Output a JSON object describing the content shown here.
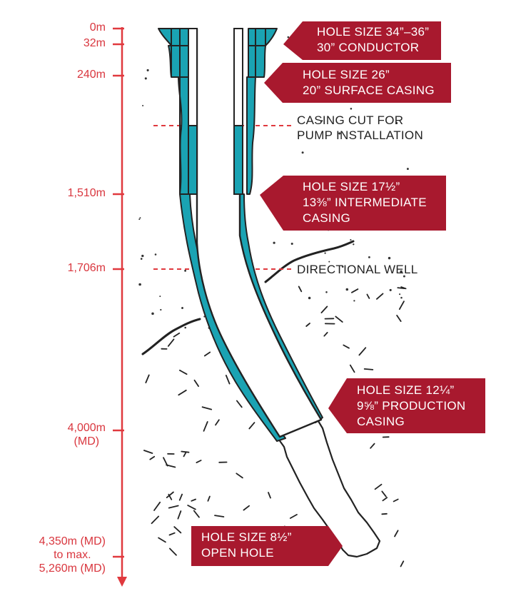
{
  "colors": {
    "depth_axis": "#e0393e",
    "depth_text": "#d9363e",
    "callout_bg": "#a8192e",
    "casing_fill": "#1aa3b3",
    "outline": "#222222",
    "dashed": "#e0393e"
  },
  "depth_scale": {
    "labels": [
      {
        "lines": [
          "0m"
        ]
      },
      {
        "lines": [
          "32m"
        ]
      },
      {
        "lines": [
          "240m"
        ]
      },
      {
        "lines": [
          "1,510m"
        ]
      },
      {
        "lines": [
          "1,706m"
        ]
      },
      {
        "lines": [
          "4,000m",
          "(MD)"
        ]
      },
      {
        "lines": [
          "4,350m (MD)",
          "to max.",
          "5,260m (MD)"
        ]
      }
    ]
  },
  "callouts": [
    {
      "lines": [
        "HOLE SIZE 34”–36”",
        "30” CONDUCTOR"
      ]
    },
    {
      "lines": [
        "HOLE SIZE 26”",
        "20” SURFACE CASING"
      ]
    },
    {
      "lines": [
        "HOLE SIZE 17½”",
        "13⅜” INTERMEDIATE",
        "CASING"
      ]
    },
    {
      "lines": [
        "HOLE SIZE 12¼”",
        "9⅝” PRODUCTION",
        "CASING"
      ]
    },
    {
      "lines": [
        "HOLE SIZE 8½”",
        "OPEN HOLE"
      ]
    }
  ],
  "annotations": [
    {
      "lines": [
        "CASING CUT FOR",
        "PUMP INSTALLATION"
      ]
    },
    {
      "lines": [
        "DIRECTIONAL WELL"
      ]
    }
  ]
}
